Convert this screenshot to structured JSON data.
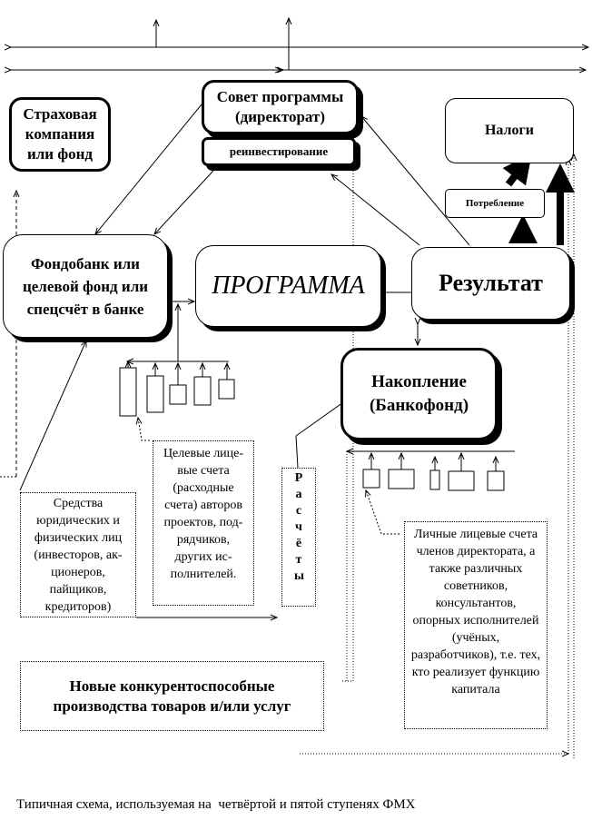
{
  "boxes": {
    "insurance": "Страховая компания или фонд",
    "council": "Совет программы (директорат)",
    "reinvest": "реинвестирование",
    "taxes": "Налоги",
    "consumption": "Потребление",
    "fundbank": "Фондобанк или целевой фонд или спецсчёт в банке",
    "program": "ПРОГРАММА",
    "result": "Результат",
    "accumulation": "Накопление (Банкофонд)"
  },
  "notes": {
    "target_accounts": "Целевые лице-вые счета (расходные счета) авторов проектов, под-рядчиков, других ис-полнителей.",
    "investors": "Средства юридических и физических лиц (инвесторов, ак-ционеров, пайщиков, кредиторов)",
    "settlements": "Расчёты",
    "personal_accounts": "Личные лицевые счета членов директората, а также различных советников, консультантов, опорных исполнителей (учёных, разработчиков), т.е. тех, кто реализует функцию капитала",
    "new_production": "Новые конкурентоспособные производства товаров и/или услуг"
  },
  "caption": "Типичная схема, используемая на  четвёртой и пятой ступенях ФМХ"
}
